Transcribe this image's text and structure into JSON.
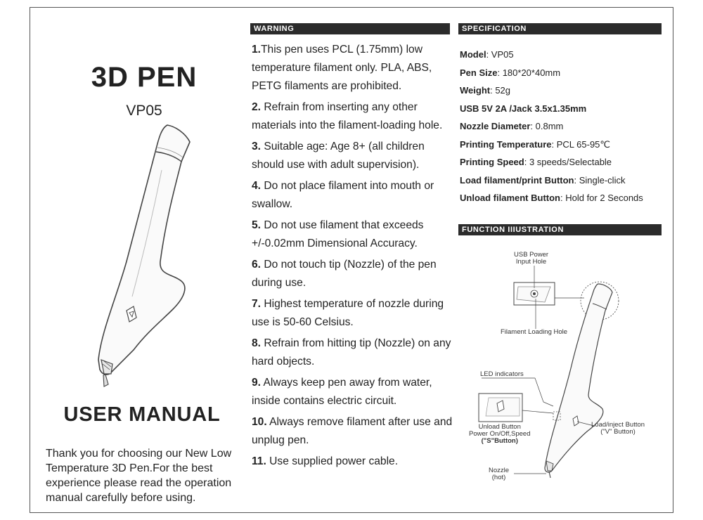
{
  "left": {
    "title": "3D PEN",
    "model": "VP05",
    "manual_title": "USER MANUAL",
    "thanks": "Thank you for choosing our  New Low Temperature 3D Pen.For the best experience please read the operation manual carefully before using."
  },
  "warning": {
    "header": "WARNING",
    "items": [
      {
        "num": "1.",
        "text": "This pen uses PCL (1.75mm) low temperature filament only. PLA, ABS, PETG filaments are prohibited."
      },
      {
        "num": "2.",
        "text": " Refrain from inserting any other materials into the filament-loading hole."
      },
      {
        "num": "3.",
        "text": " Suitable age: Age 8+ (all children should use with adult supervision)."
      },
      {
        "num": "4.",
        "text": " Do not place filament into mouth or swallow."
      },
      {
        "num": "5.",
        "text": " Do not use filament that exceeds +/-0.02mm Dimensional Accuracy."
      },
      {
        "num": "6.",
        "text": " Do not touch tip (Nozzle) of the pen during use."
      },
      {
        "num": "7.",
        "text": " Highest temperature of nozzle during use is 50-60 Celsius."
      },
      {
        "num": "8.",
        "text": " Refrain from hitting tip (Nozzle) on any hard objects."
      },
      {
        "num": "9.",
        "text": " Always keep pen away from water, inside contains electric circuit."
      },
      {
        "num": "10.",
        "text": " Always remove filament after use and unplug pen."
      },
      {
        "num": "11.",
        "text": " Use supplied power cable."
      }
    ]
  },
  "spec": {
    "header": "SPECIFICATION",
    "items": [
      {
        "key": "Model",
        "value": ": VP05"
      },
      {
        "key": "Pen Size",
        "value": ": 180*20*40mm"
      },
      {
        "key": "Weight",
        "value": ": 52g"
      },
      {
        "key": "USB 5V 2A  /Jack 3.5x1.35mm",
        "value": ""
      },
      {
        "key": "Nozzle Diameter",
        "value": ": 0.8mm"
      },
      {
        "key": "Printing Temperature",
        "value": ": PCL 65-95℃"
      },
      {
        "key": "Printing Speed",
        "value": ": 3 speeds/Selectable"
      },
      {
        "key": "Load filament/print Button",
        "value": ": Single-click"
      },
      {
        "key": "Unload filament Button",
        "value": ": Hold for 2 Seconds"
      }
    ]
  },
  "function": {
    "header": "FUNCTION IIIUSTRATION",
    "usb_label_1": "USB Power",
    "usb_label_2": "Input Hole",
    "filament_label": "Filament  Loading Hole",
    "led_label": "LED indicators",
    "unload_1": "Unload Button",
    "unload_2": "Power On/Off,Speed",
    "unload_3": "(\"S\"Button)",
    "load_1": "Load/inject Button",
    "load_2": "(\"V\" Button)",
    "nozzle_1": "Nozzle",
    "nozzle_2": "(hot)"
  },
  "colors": {
    "header_bg": "#2b2b2b",
    "header_text": "#ffffff",
    "text": "#222222"
  }
}
